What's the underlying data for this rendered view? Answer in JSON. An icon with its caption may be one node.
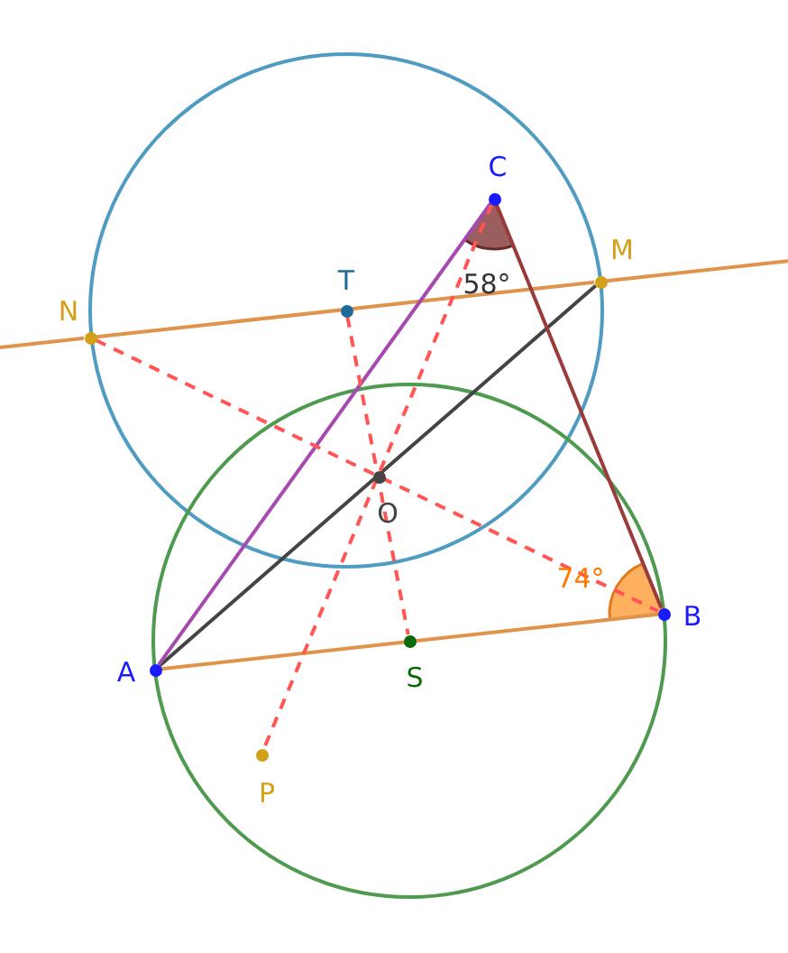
{
  "diagram": {
    "nodes": [
      {
        "text": [
          "C"
        ]
      },
      {
        "text": [
          "M"
        ]
      },
      {
        "text": [
          "T"
        ]
      },
      {
        "text": [
          "N"
        ]
      },
      {
        "text": [
          "O"
        ]
      },
      {
        "text": [
          "B"
        ]
      },
      {
        "text": [
          "A"
        ]
      },
      {
        "text": [
          "S"
        ]
      },
      {
        "text": [
          "P"
        ]
      }
    ],
    "edges": [
      {
        "from": 3,
        "to": 1,
        "arrow": "none",
        "color": "#e0934a"
      },
      {
        "from": 6,
        "to": 5,
        "arrow": "none",
        "color": "#e0934a"
      },
      {
        "from": 6,
        "to": 1,
        "arrow": "none",
        "color": "#444444"
      },
      {
        "from": 6,
        "to": 0,
        "arrow": "none",
        "color": "#a64ab0"
      },
      {
        "from": 0,
        "to": 5,
        "arrow": "none",
        "color": "#993b3b"
      },
      {
        "from": 3,
        "to": 5,
        "arrow": "none",
        "style": "dashed",
        "color": "#ff5555"
      },
      {
        "from": 2,
        "to": 7,
        "arrow": "none",
        "style": "dashed",
        "color": "#ff5555"
      },
      {
        "from": 0,
        "to": 8,
        "arrow": "none",
        "style": "dashed",
        "color": "#ff5555"
      }
    ],
    "labels": [
      "58°",
      "74°"
    ]
  }
}
